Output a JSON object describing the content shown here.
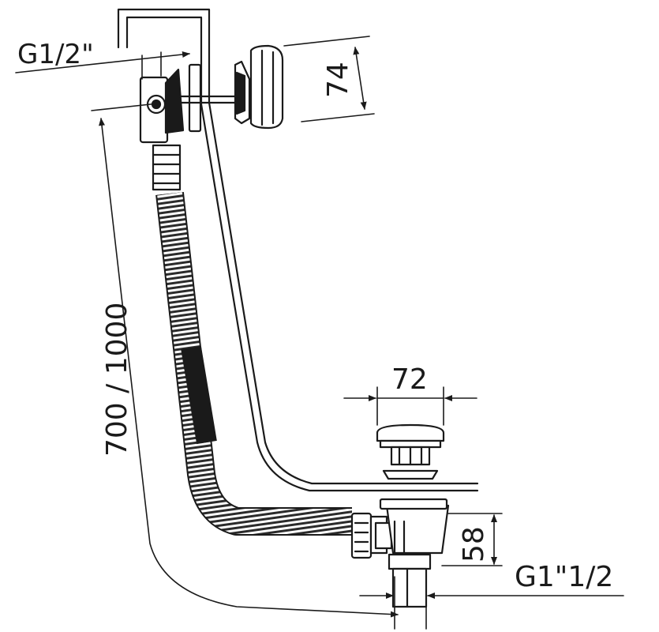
{
  "labels": {
    "inlet_thread": "G1/2\"",
    "overflow_height": "74",
    "total_length": "700 / 1000",
    "waste_diameter": "72",
    "waste_height": "58",
    "outlet_thread": "G1\"1/2"
  },
  "colors": {
    "line": "#1a1a1a",
    "hose": "#2b2b2b",
    "background": "#ffffff"
  }
}
